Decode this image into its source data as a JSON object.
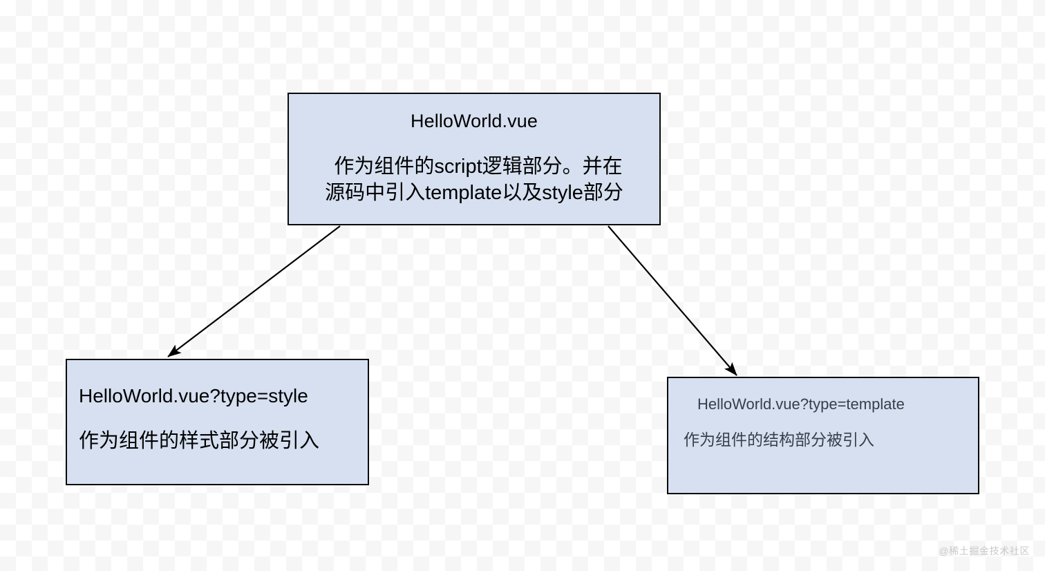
{
  "diagram": {
    "background": "transparent-checkerboard",
    "node_fill": "#d6e0f0",
    "node_border": "#0a0a0a",
    "edge_color": "#000000",
    "nodes": [
      {
        "id": "root",
        "title": "HelloWorld.vue",
        "body_line1": "作为组件的script逻辑部分。并在",
        "body_line2": "源码中引入template以及style部分"
      },
      {
        "id": "style",
        "title": "HelloWorld.vue?type=style",
        "body_line1": "作为组件的样式部分被引入"
      },
      {
        "id": "template",
        "title": "HelloWorld.vue?type=template",
        "body_line1": "作为组件的结构部分被引入"
      }
    ],
    "edges": [
      {
        "id": "root-to-style",
        "from": "root",
        "to": "style",
        "arrowhead": "filled-triangle"
      },
      {
        "id": "root-to-template",
        "from": "root",
        "to": "template",
        "arrowhead": "filled-triangle"
      }
    ]
  },
  "watermark": {
    "text": "@稀土掘金技术社区",
    "color": "#c9c9c9"
  }
}
